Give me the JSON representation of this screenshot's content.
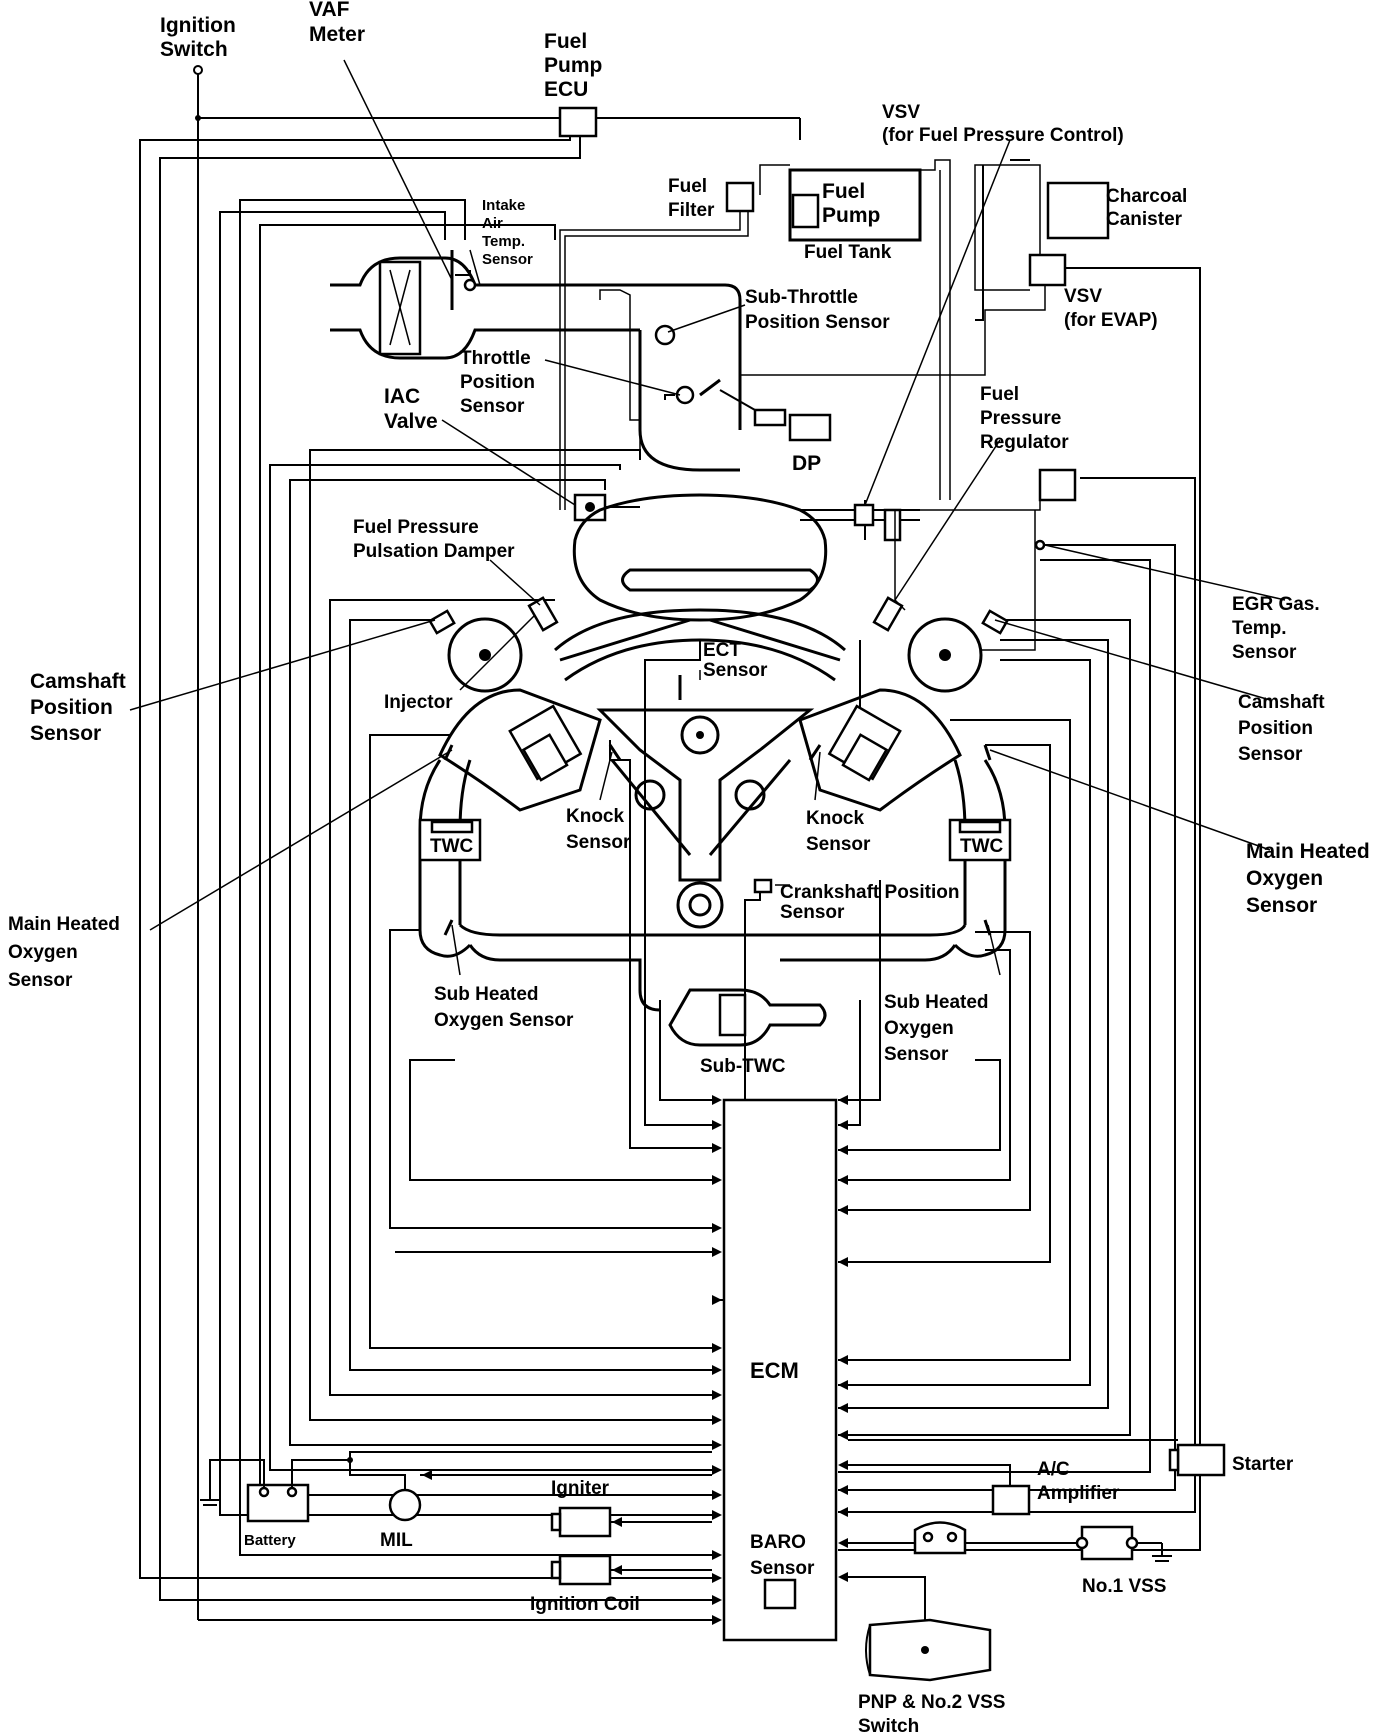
{
  "labels": {
    "ignition_switch": [
      "Ignition",
      "Switch"
    ],
    "vaf_meter": [
      "VAF",
      "Meter"
    ],
    "fuel_pump_ecu": [
      "Fuel",
      "Pump",
      "ECU"
    ],
    "vsv_fuel_pressure": [
      "VSV",
      "(for Fuel Pressure Control)"
    ],
    "fuel_filter": [
      "Fuel",
      "Filter"
    ],
    "fuel_pump": [
      "Fuel",
      "Pump"
    ],
    "fuel_tank": "Fuel Tank",
    "charcoal_canister": [
      "Charcoal",
      "Canister"
    ],
    "intake_air_temp_sensor": [
      "Intake",
      "Air",
      "Temp.",
      "Sensor"
    ],
    "vsv_evap": [
      "VSV",
      "(for EVAP)"
    ],
    "sub_throttle_position_sensor": [
      "Sub-Throttle",
      "Position Sensor"
    ],
    "throttle_position_sensor": [
      "Throttle",
      "Position",
      "Sensor"
    ],
    "iac_valve": [
      "IAC",
      "Valve"
    ],
    "dp": "DP",
    "fuel_pressure_regulator": [
      "Fuel",
      "Pressure",
      "Regulator"
    ],
    "fuel_pressure_pulsation_damper": [
      "Fuel Pressure",
      "Pulsation Damper"
    ],
    "egr_gas_temp_sensor": [
      "EGR Gas.",
      "Temp.",
      "Sensor"
    ],
    "camshaft_position_sensor_left": [
      "Camshaft",
      "Position",
      "Sensor"
    ],
    "camshaft_position_sensor_right": [
      "Camshaft",
      "Position",
      "Sensor"
    ],
    "injector": "Injector",
    "ect_sensor": [
      "ECT",
      "Sensor"
    ],
    "knock_sensor_left": [
      "Knock",
      "Sensor"
    ],
    "knock_sensor_right": [
      "Knock",
      "Sensor"
    ],
    "main_heated_oxygen_sensor_left": [
      "Main Heated",
      "Oxygen",
      "Sensor"
    ],
    "main_heated_oxygen_sensor_right": [
      "Main Heated",
      "Oxygen",
      "Sensor"
    ],
    "twc_left": "TWC",
    "twc_right": "TWC",
    "crankshaft_position_sensor": [
      "Crankshaft Position",
      "Sensor"
    ],
    "sub_heated_oxygen_sensor_left": [
      "Sub Heated",
      "Oxygen Sensor"
    ],
    "sub_heated_oxygen_sensor_right": [
      "Sub Heated",
      "Oxygen",
      "Sensor"
    ],
    "sub_twc": "Sub-TWC",
    "ecm": "ECM",
    "baro_sensor": [
      "BARO",
      "Sensor"
    ],
    "battery": "Battery",
    "mil": "MIL",
    "igniter": "Igniter",
    "ignition_coil": "Ignition Coil",
    "starter": "Starter",
    "ac_amplifier": [
      "A/C",
      "Amplifier"
    ],
    "no1_vss": "No.1 VSS",
    "pnp_no2_vss_switch": [
      "PNP & No.2 VSS",
      "Switch"
    ]
  }
}
